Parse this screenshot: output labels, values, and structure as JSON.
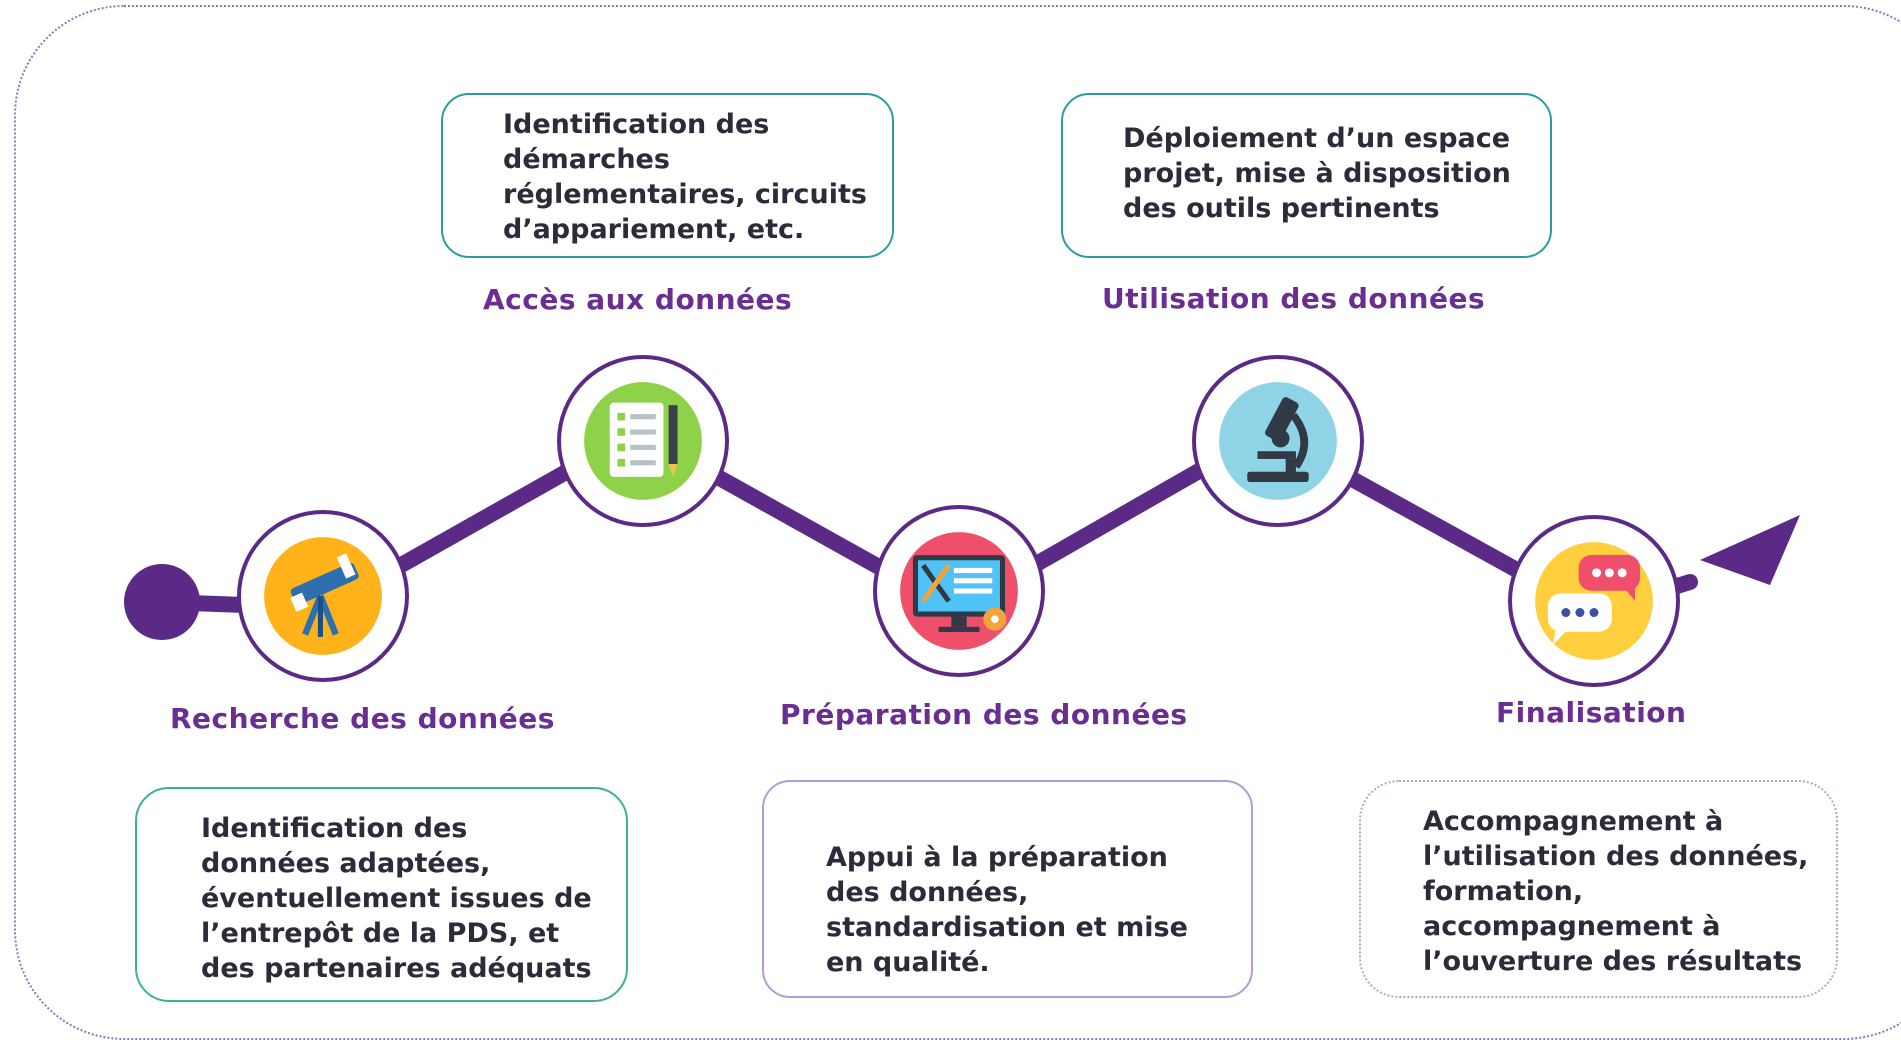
{
  "stages": [
    {
      "label": "Recherche des données",
      "description": "Identification des données adaptées, éventuellement issues de l’entrepôt de la PDS, et des partenaires adéquats",
      "icon": "telescope-icon"
    },
    {
      "label": "Accès aux données",
      "description": "Identification des démarches réglementaires, circuits d’appariement, etc.",
      "icon": "checklist-icon"
    },
    {
      "label": "Préparation des données",
      "description": "Appui à la préparation des données, standardisation et mise en qualité.",
      "icon": "monitor-tools-icon"
    },
    {
      "label": "Utilisation des données",
      "description": "Déploiement d’un espace projet, mise à disposition des outils pertinents",
      "icon": "microscope-icon"
    },
    {
      "label": "Finalisation",
      "description": "Accompagnement à l’utilisation des données, formation, accompagnement à l’ouverture des résultats",
      "icon": "chat-bubbles-icon"
    }
  ],
  "colors": {
    "path": "#5b2a86",
    "label": "#6a2d91",
    "teal_border": "#2c9c9c",
    "purple_border": "#b69ad6"
  }
}
